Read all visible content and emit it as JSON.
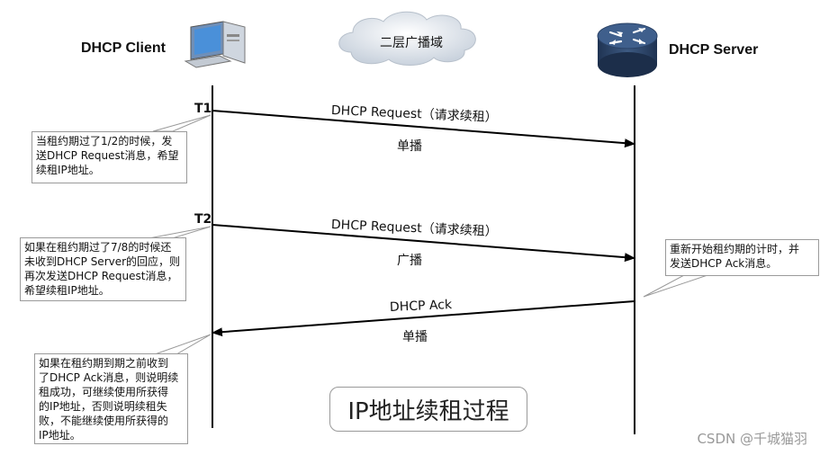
{
  "client": {
    "label": "DHCP Client"
  },
  "server": {
    "label": "DHCP Server"
  },
  "cloud": {
    "label": "二层广播域"
  },
  "t1": {
    "label": "T1"
  },
  "t2": {
    "label": "T2"
  },
  "messages": [
    {
      "name": "DHCP Request（请求续租）",
      "mode": "单播"
    },
    {
      "name": "DHCP Request（请求续租）",
      "mode": "广播"
    },
    {
      "name": "DHCP Ack",
      "mode": "单播"
    }
  ],
  "notes": {
    "t1_note": "当租约期过了1/2的时候，发\n送DHCP Request消息，希望\n续租IP地址。",
    "t2_note": "如果在租约期过了7/8的时候还\n未收到DHCP Server的回应，则\n再次发送DHCP Request消息，\n希望续租IP地址。",
    "server_note": "重新开始租约期的计时，并\n发送DHCP Ack消息。",
    "ack_note": "如果在租约期到期之前收到\n了DHCP Ack消息，则说明续\n租成功，可继续使用所获得\n的IP地址，否则说明续租失\n败，不能继续使用所获得的\nIP地址。"
  },
  "title": "IP地址续租过程",
  "watermark": "CSDN @千城猫羽",
  "colors": {
    "router": "#2f4a6e",
    "cloud": "#d6dde6",
    "monitor": "#4a90d9"
  }
}
